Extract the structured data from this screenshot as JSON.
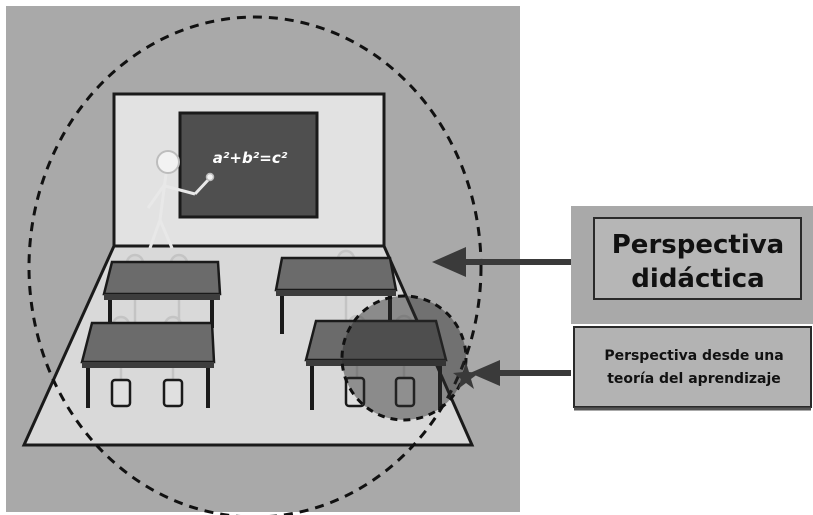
{
  "blackboard": {
    "equation": "a²+b²=c²"
  },
  "labels": {
    "didactic_line1": "Perspectiva",
    "didactic_line2": "didáctica",
    "learning_line1": "Perspectiva desde una",
    "learning_line2": "teoría del aprendizaje"
  },
  "colors": {
    "panel_bg": "#a9a9a9",
    "floor": "#d9d9d9",
    "wall": "#e2e2e2",
    "blackboard": "#4f4f4f",
    "desk": "#3d3d3d",
    "arrow": "#3a3a3a"
  }
}
